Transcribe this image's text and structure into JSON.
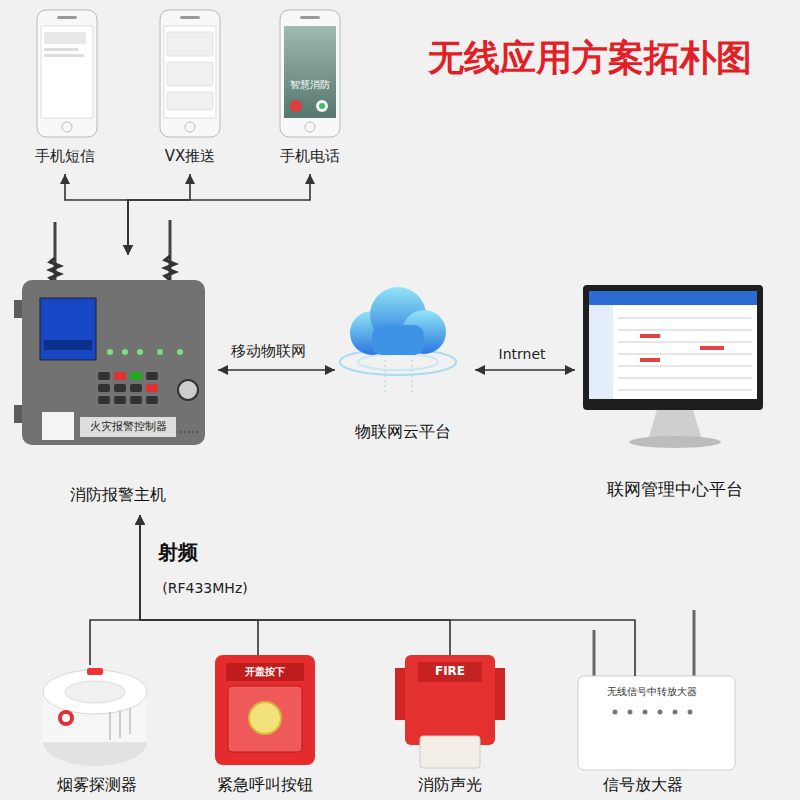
{
  "diagram": {
    "title": "无线应用方案拓朴图",
    "nodes": [
      {
        "text": [
          "手机短信"
        ]
      },
      {
        "text": [
          "VX推送"
        ]
      },
      {
        "text": [
          "智慧消防",
          "手机电话"
        ]
      },
      {
        "text": [
          "火灾报警控制器",
          "消防报警主机"
        ]
      },
      {
        "text": [
          "物联网云平台"
        ]
      },
      {
        "text": [
          "联网管理中心平台"
        ]
      },
      {
        "text": [
          "烟雾探测器"
        ]
      },
      {
        "text": [
          "开盖按下",
          "紧急呼叫按钮"
        ]
      },
      {
        "text": [
          "FIRE",
          "消防声光"
        ]
      },
      {
        "text": [
          "无线信号中转放大器",
          "信号放大器"
        ]
      }
    ],
    "edges": [
      {
        "from": 3,
        "to": 0,
        "arrow": "both"
      },
      {
        "from": 3,
        "to": 1,
        "arrow": "both"
      },
      {
        "from": 3,
        "to": 2,
        "arrow": "both"
      },
      {
        "from": 3,
        "to": 4,
        "label": "移动物联网",
        "arrow": "both"
      },
      {
        "from": 4,
        "to": 5,
        "label": "Intrnet",
        "arrow": "both"
      },
      {
        "from": 6,
        "to": 3,
        "arrow": "to"
      },
      {
        "from": 7,
        "to": 3,
        "arrow": "to"
      },
      {
        "from": 8,
        "to": 3,
        "arrow": "to"
      },
      {
        "from": 9,
        "to": 3,
        "arrow": "to"
      }
    ],
    "labels": [
      "射频",
      "(RF433MHz)"
    ]
  }
}
